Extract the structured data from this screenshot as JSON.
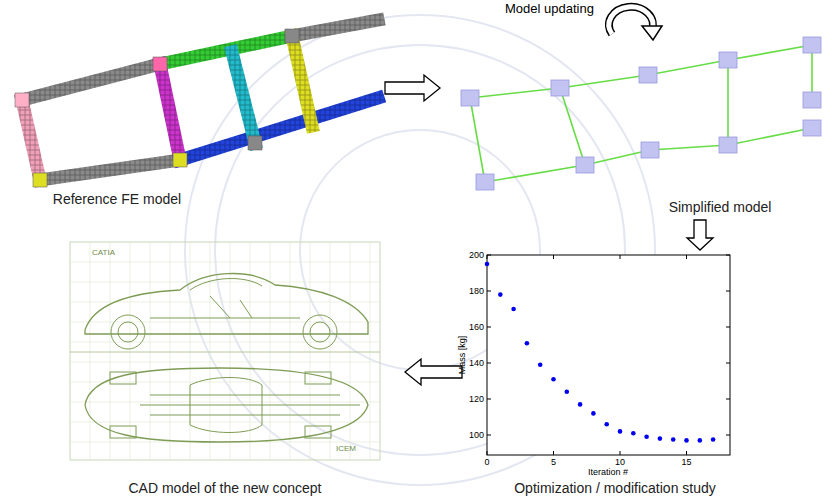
{
  "diagram": {
    "nodes": [
      {
        "text": [
          "Reference FE model"
        ]
      },
      {
        "text": [
          "Simplified model"
        ]
      },
      {
        "text": [
          "Optimization / modification study"
        ]
      },
      {
        "text": [
          "CAD model of the new concept"
        ]
      }
    ],
    "edges": [
      {
        "from": 0,
        "to": 1,
        "arrow": "to"
      },
      {
        "from": 1,
        "to": 2,
        "arrow": "to"
      },
      {
        "from": 2,
        "to": 3,
        "arrow": "to"
      }
    ],
    "labels": [
      "Model updating",
      "CATIA",
      "ICEM",
      "200",
      "180",
      "160",
      "140",
      "120",
      "100",
      "0",
      "5",
      "10",
      "15",
      "Mass [kg]",
      "Iteration #"
    ]
  }
}
